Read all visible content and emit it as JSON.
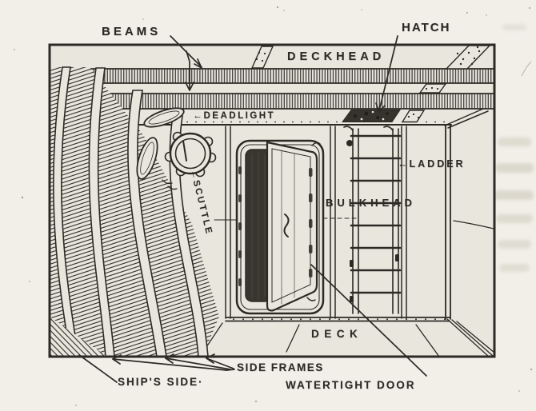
{
  "figure": {
    "description": "Cutaway illustration of a ship compartment with labeled structural parts",
    "labels": {
      "beams": "BEAMS",
      "hatch": "HATCH",
      "deckhead": "DECKHEAD",
      "deadlight": "DEADLIGHT",
      "scuttle": "SCUTTLE",
      "ladder": "LADDER",
      "bulkhead": "BULKHEAD",
      "deck": "DECK",
      "side_frames": "SIDE FRAMES",
      "ships_side": "SHIP'S SIDE·",
      "watertight_door": "WATERTIGHT DOOR"
    },
    "icons": {
      "left_arrow": "←"
    },
    "colors": {
      "ink": "#2c2a25",
      "paper": "#f1efe8",
      "panel": "#e9e6de",
      "dark_fill": "#35332b",
      "bleed_smudge": "#c6c2b2"
    }
  }
}
